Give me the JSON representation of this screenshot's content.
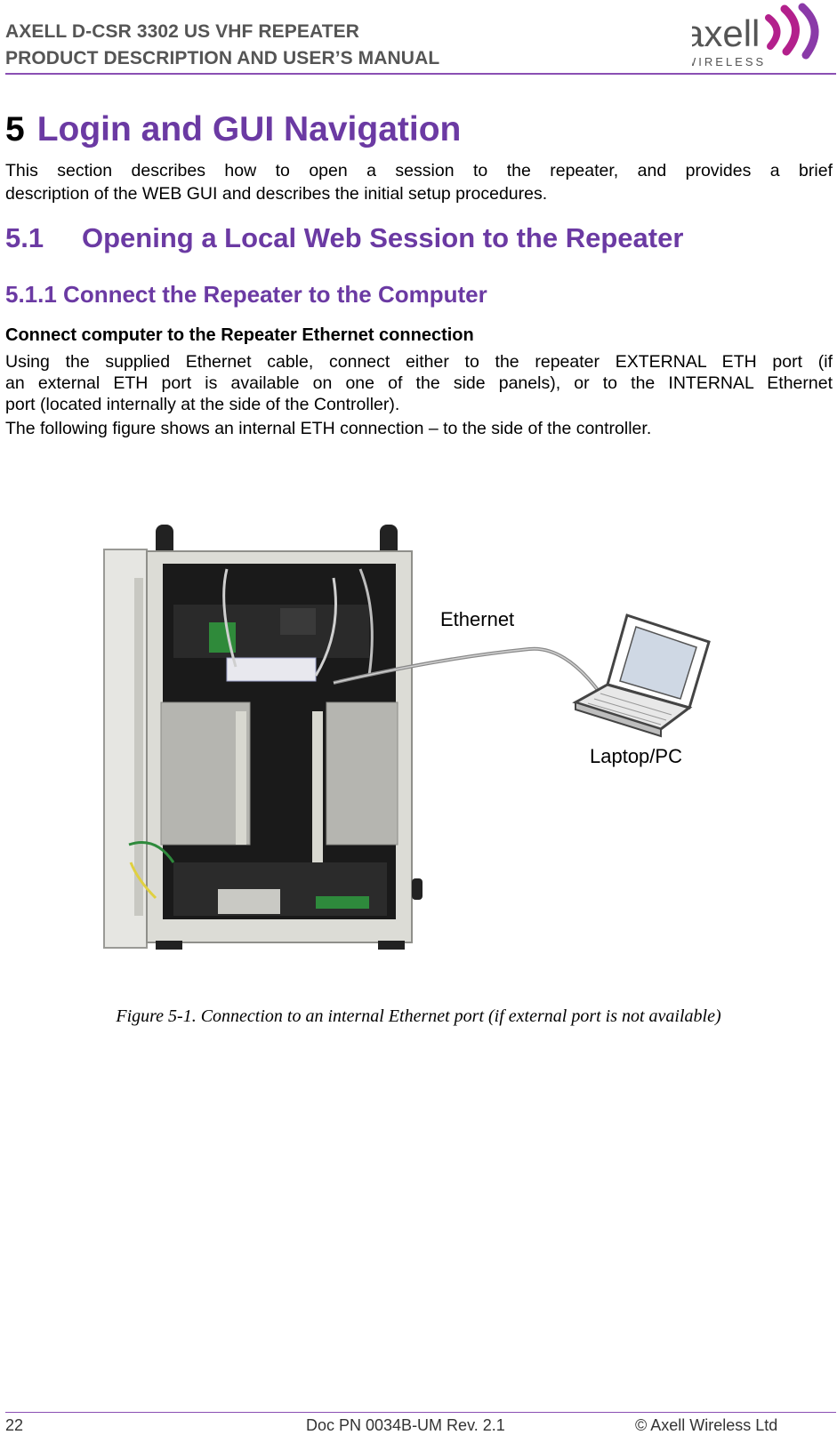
{
  "header": {
    "line1": "AXELL D-CSR 3302 US VHF REPEATER",
    "line2": "PRODUCT DESCRIPTION AND USER’S MANUAL",
    "logo_text": "axell",
    "logo_subtext": "WIRELESS"
  },
  "section": {
    "number": "5",
    "title": "Login and GUI Navigation",
    "intro_line1": "This section describes how to open a session to the repeater, and provides a brief",
    "intro_line2": "description of the WEB GUI and describes the initial setup procedures."
  },
  "subsection": {
    "number": "5.1",
    "title": "Opening a Local Web Session to the Repeater"
  },
  "subsubsection": {
    "title": "5.1.1 Connect the Repeater to the Computer"
  },
  "step": {
    "heading": "Connect computer to the Repeater Ethernet connection",
    "line1": "Using the supplied Ethernet cable, connect either to the repeater EXTERNAL ETH port (if",
    "line2": "an external ETH port is available on one of the side panels), or to the INTERNAL Ethernet",
    "line3": "port (located internally at the side of the Controller).",
    "line4": "The following figure shows an internal ETH connection – to the side of the controller."
  },
  "figure": {
    "label_ethernet": "Ethernet",
    "label_laptop": "Laptop/PC",
    "caption": "Figure 5-1. Connection to an internal Ethernet port (if external port is not available)"
  },
  "footer": {
    "page": "22",
    "doc": "Doc PN 0034B-UM Rev. 2.1",
    "copyright": "© Axell Wireless Ltd"
  },
  "colors": {
    "accent": "#6b3aa3",
    "logo_magenta": "#b3208c"
  }
}
